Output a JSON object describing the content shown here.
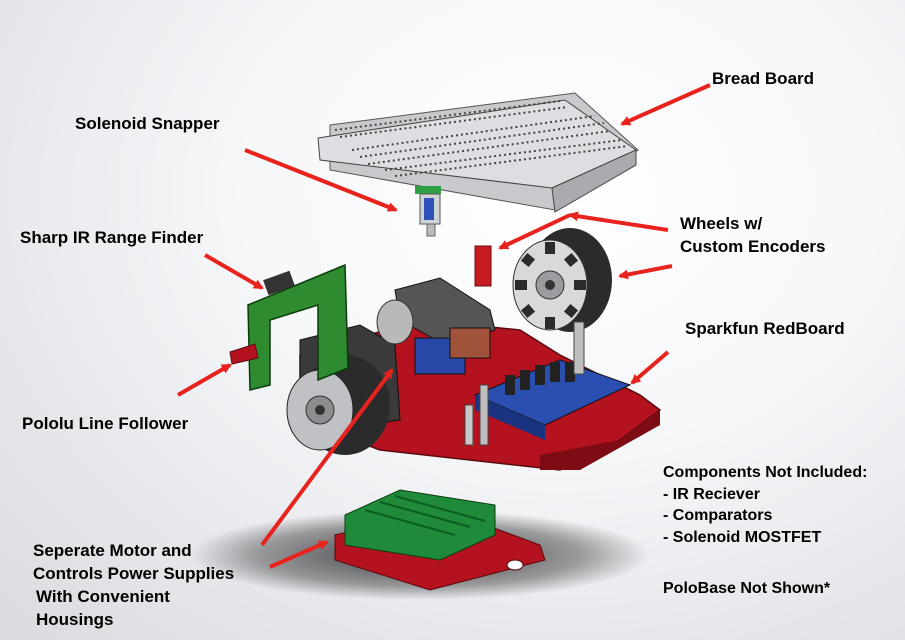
{
  "labels": {
    "bread_board": "Bread Board",
    "solenoid_snapper": "Solenoid Snapper",
    "wheels_line1": "Wheels w/",
    "wheels_line2": "Custom Encoders",
    "sharp_ir": "Sharp IR Range Finder",
    "sparkfun": "Sparkfun RedBoard",
    "pololu": "Pololu Line Follower",
    "power_line1": "Seperate Motor and",
    "power_line2": "Controls Power Supplies",
    "power_line3": "With Convenient",
    "power_line4": "Housings"
  },
  "notes": {
    "heading": "Components Not Included:",
    "items": [
      "- IR Reciever",
      "- Comparators",
      "- Solenoid MOSTFET"
    ],
    "footer": "PoloBase Not Shown*"
  },
  "colors": {
    "chassis": "#b3121e",
    "arrow": "#e8231e",
    "breadboard": "#d4d6d9",
    "sensor_board": "#2f8b2f",
    "battery": "#1e8a3a",
    "redboard": "#2a4fb0",
    "wheel": "#3a3a3a"
  }
}
